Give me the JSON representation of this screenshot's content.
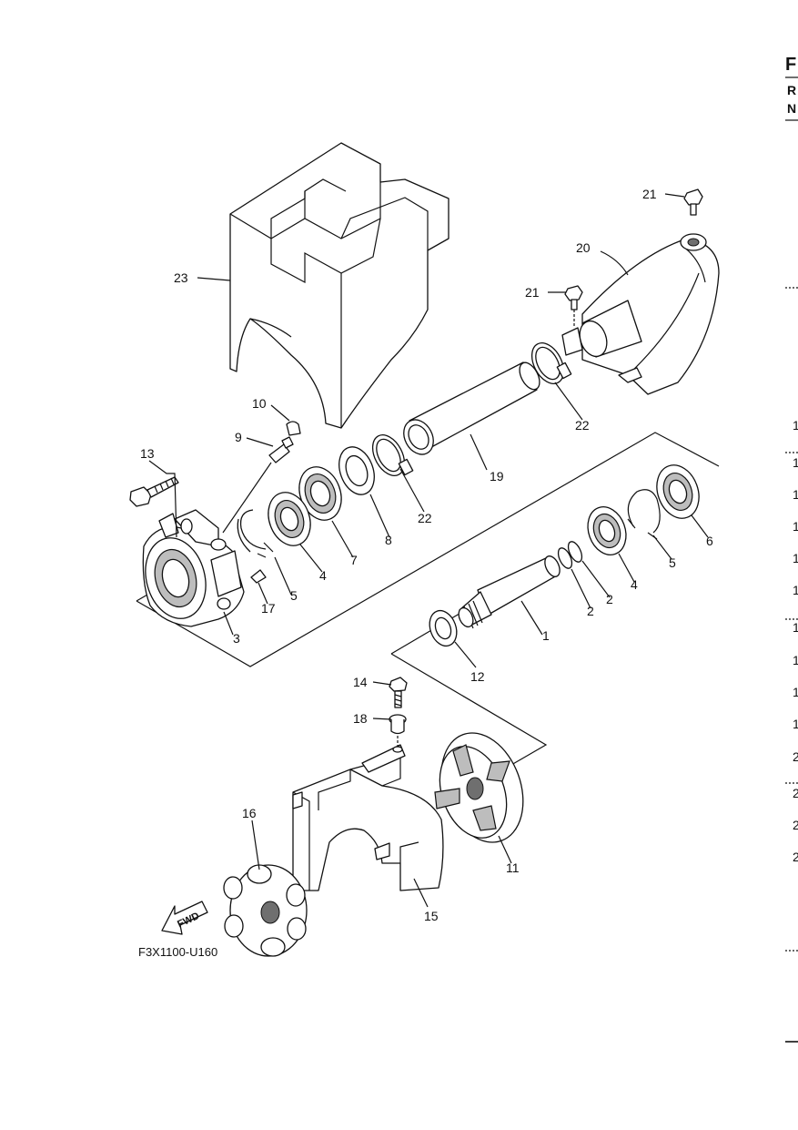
{
  "figure_code": "F3X1100-U160",
  "direction_arrow": "FWD",
  "right_margin": {
    "heading": "F",
    "letters": [
      "R",
      "N"
    ],
    "numbers": [
      "1",
      "1",
      "1",
      "1",
      "1",
      "1",
      "1",
      "1",
      "1",
      "1",
      "2",
      "2",
      "2",
      "2"
    ]
  },
  "callouts": [
    "1",
    "2",
    "2",
    "3",
    "4",
    "4",
    "5",
    "5",
    "6",
    "7",
    "8",
    "9",
    "10",
    "11",
    "12",
    "13",
    "14",
    "15",
    "16",
    "17",
    "18",
    "19",
    "20",
    "21",
    "21",
    "22",
    "22",
    "23"
  ]
}
